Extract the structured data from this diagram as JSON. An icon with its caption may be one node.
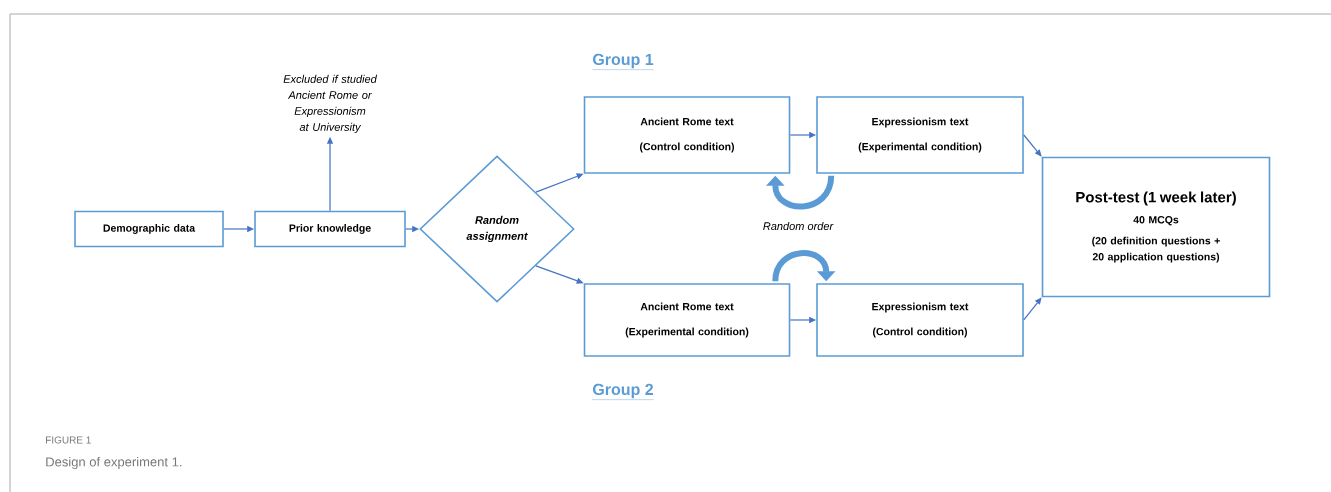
{
  "diagram": {
    "caption": "Design of experiment 1.",
    "nodes": [
      {
        "text": [
          "Demographic data"
        ]
      },
      {
        "text": [
          "Prior knowledge"
        ]
      },
      {
        "text": [
          "Excluded if studied Ancient Rome or Expressionism at University"
        ]
      },
      {
        "text": [
          "Random assignment"
        ]
      },
      {
        "text": [
          "Ancient Rome text",
          "(Control condition)"
        ]
      },
      {
        "text": [
          "Expressionism text",
          "(Experimental condition)"
        ]
      },
      {
        "text": [
          "Ancient Rome text",
          "(Experimental condition)"
        ]
      },
      {
        "text": [
          "Expressionism text",
          "(Control condition)"
        ]
      },
      {
        "text": [
          "Post-test (1 week later)",
          "40 MCQs",
          "(20 definition questions + 20 application questions)"
        ]
      }
    ],
    "edges": [
      {
        "from": 0,
        "to": 1,
        "arrow": "to"
      },
      {
        "from": 1,
        "to": 2,
        "arrow": "to"
      },
      {
        "from": 1,
        "to": 3,
        "arrow": "to"
      },
      {
        "from": 3,
        "to": 4,
        "arrow": "to"
      },
      {
        "from": 3,
        "to": 6,
        "arrow": "to"
      },
      {
        "from": 4,
        "to": 5,
        "arrow": "to"
      },
      {
        "from": 6,
        "to": 7,
        "arrow": "to"
      },
      {
        "from": 5,
        "to": 8,
        "arrow": "to"
      },
      {
        "from": 7,
        "to": 8,
        "arrow": "to"
      },
      {
        "from": 5,
        "to": 4,
        "arrow": "to",
        "style": "thick",
        "color": "#5b9bd5"
      },
      {
        "from": 6,
        "to": 7,
        "arrow": "to",
        "style": "thick",
        "color": "#5b9bd5"
      }
    ],
    "labels": [
      "Group 1",
      "Random order",
      "Group 2",
      "FIGURE 1"
    ]
  }
}
